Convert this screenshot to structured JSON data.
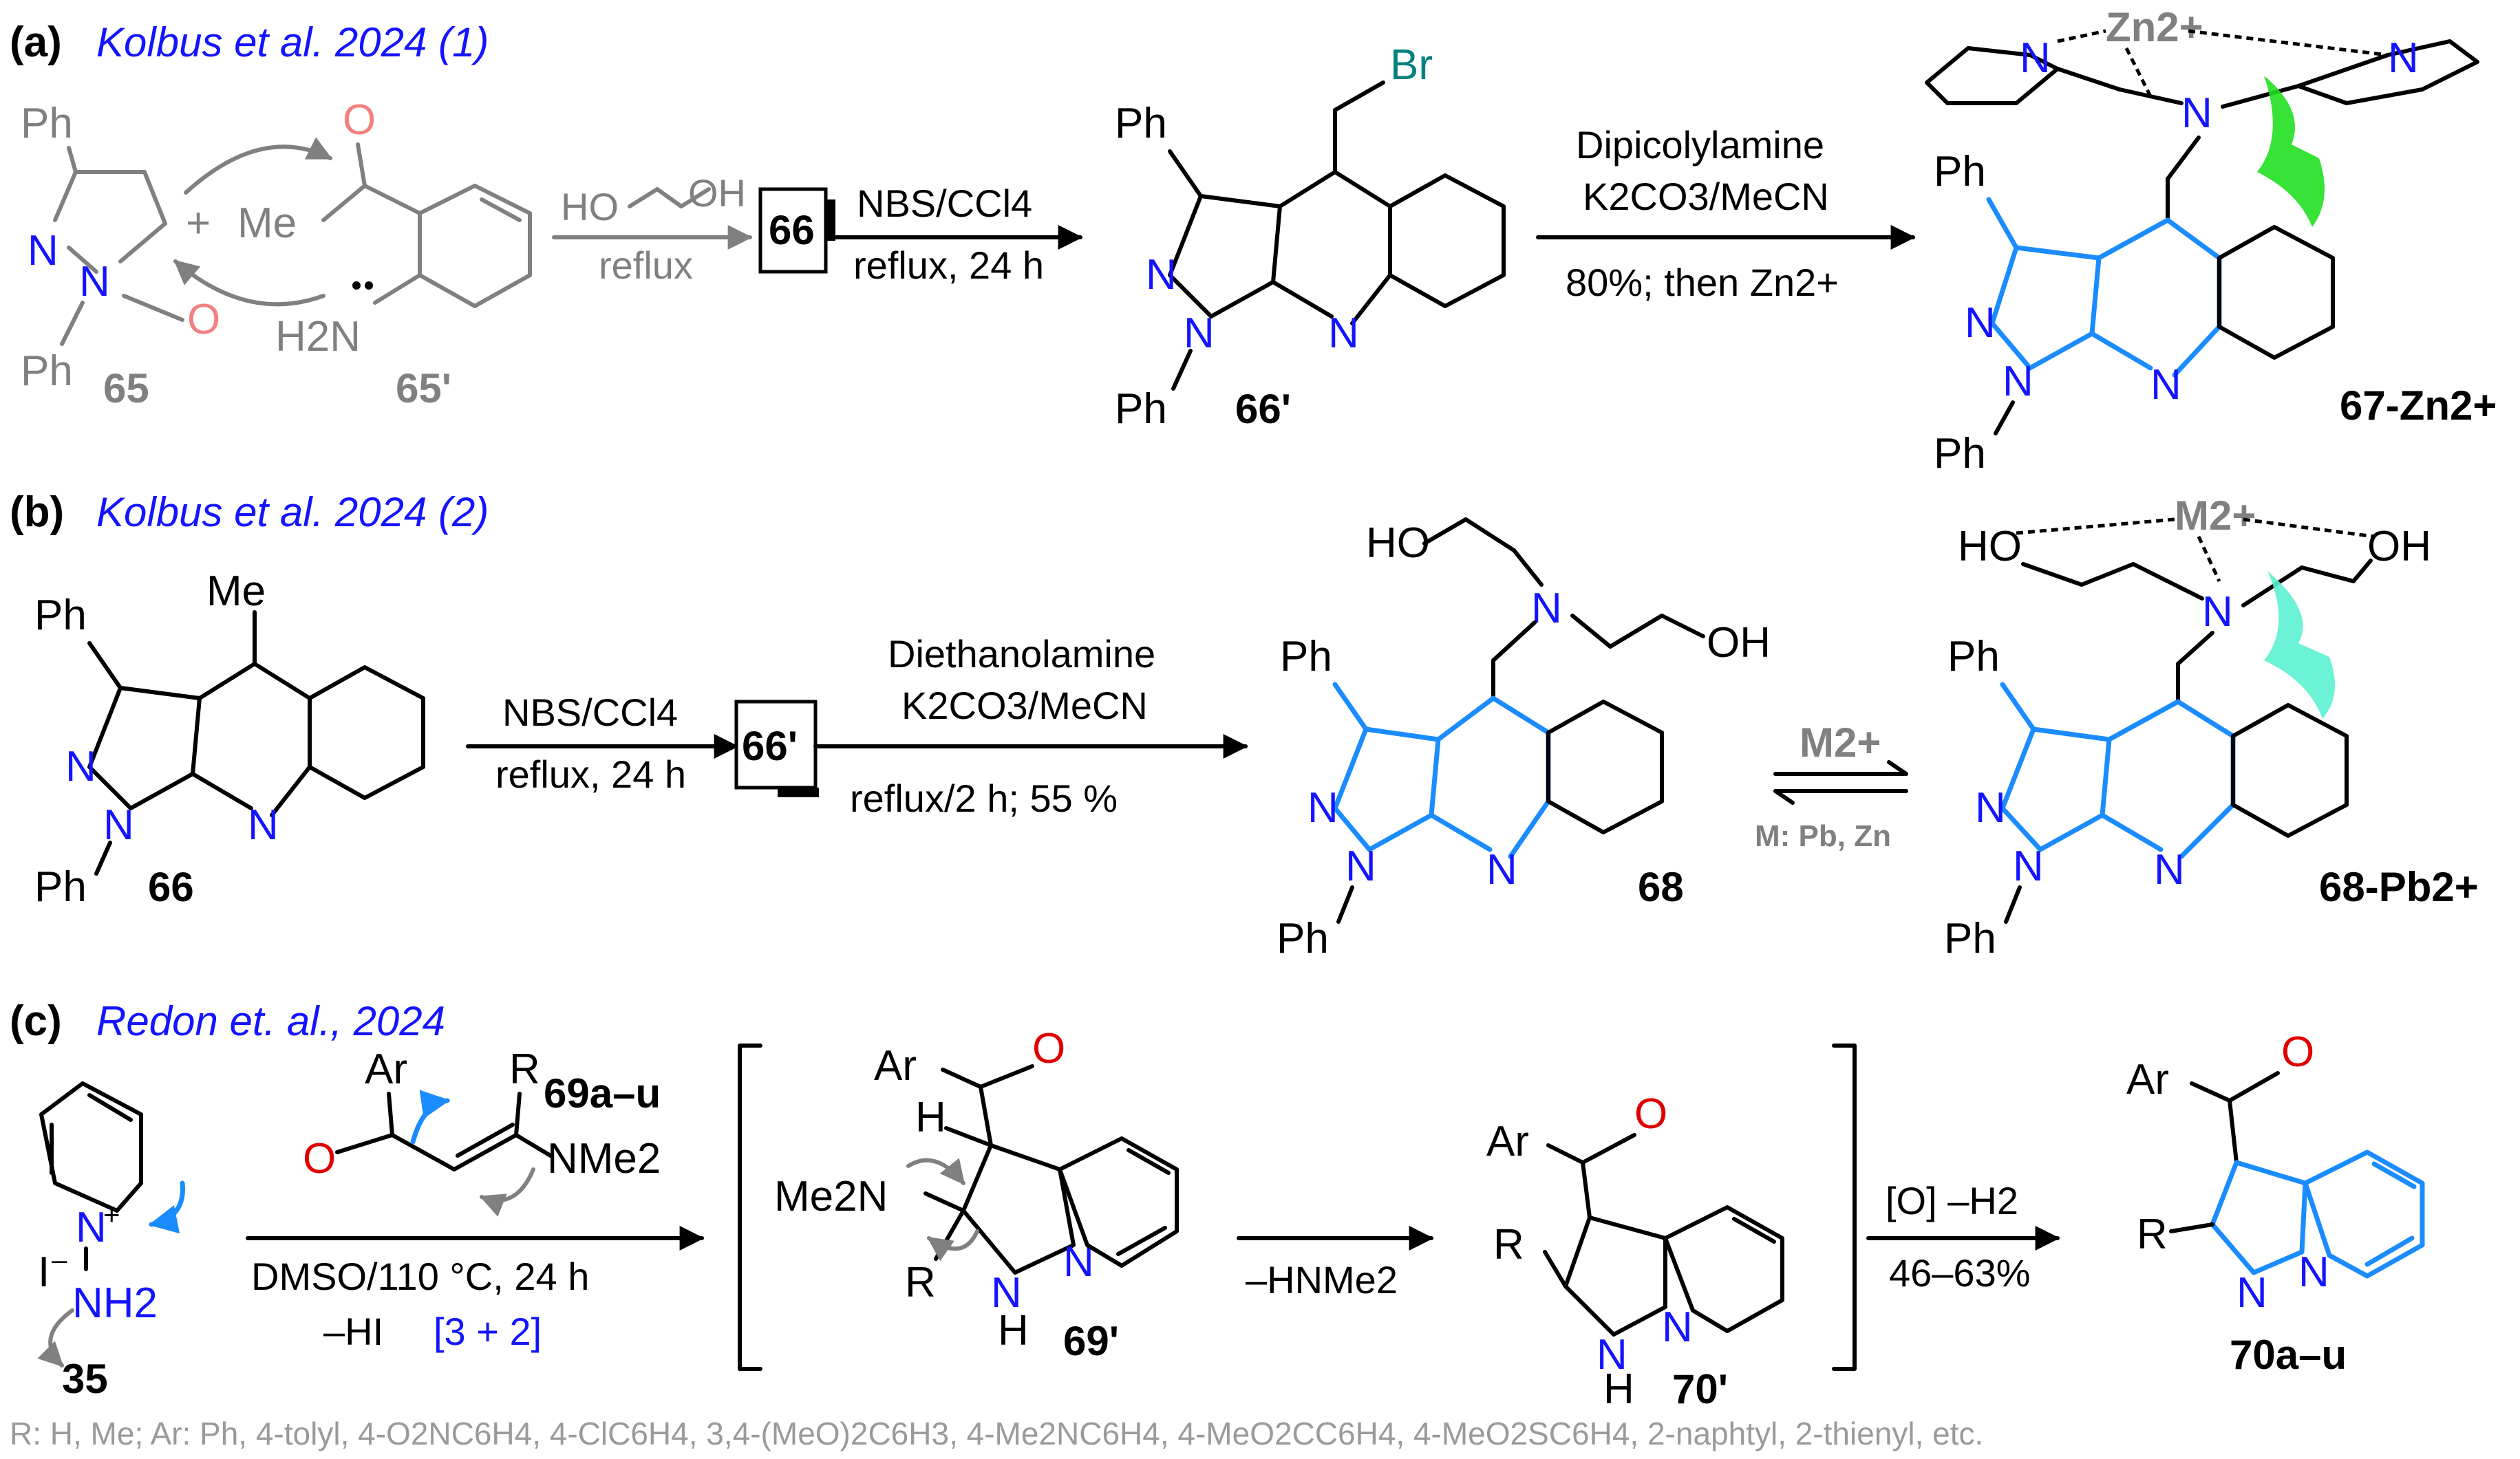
{
  "panels": {
    "a": {
      "tag": "(a)",
      "citation": "Kolbus et al. 2024 (1)",
      "reagent_hoch2ch2oh_left": "HO",
      "reagent_hoch2ch2oh_right": "OH",
      "reagent_reflux": "reflux",
      "intermediate_box": "66",
      "step1_top": "NBS/CCl4",
      "step1_bottom": "reflux, 24 h",
      "step2_top": "Dipicolylamine",
      "step2_mid": "K2CO3/MeCN",
      "step2_bottom": "80%; then Zn2+",
      "compound_65": "65",
      "compound_65p": "65'",
      "compound_66p": "66'",
      "compound_67": "67-Zn2+",
      "metal": "Zn2+",
      "plus": "+",
      "label_Me": "Me",
      "label_H2N": "H2N"
    },
    "b": {
      "tag": "(b)",
      "citation": "Kolbus et al. 2024 (2)",
      "step1_top": "NBS/CCl4",
      "step1_bottom": "reflux, 24 h",
      "intermediate_box": "66'",
      "step2_top": "Diethanolamine",
      "step2_mid": "K2CO3/MeCN",
      "step2_bottom": "reflux/2 h; 55 %",
      "equilibrium_top": "M2+",
      "equilibrium_bottom": "M: Pb, Zn",
      "compound_66": "66",
      "compound_68": "68",
      "compound_68pb": "68-Pb2+",
      "metal": "M2+",
      "label_Me": "Me"
    },
    "c": {
      "tag": "(c)",
      "citation": "Redon et. al., 2024",
      "reagent": "69a–u",
      "step1_bottom": "DMSO/110 °C, 24 h",
      "step1_loss": "–HI",
      "cycloaddition": "[3 + 2]",
      "step2": "–HNMe2",
      "step3_top": "[O]  –H2",
      "step3_bottom": "46–63%",
      "compound_35": "35",
      "compound_69p": "69'",
      "compound_70p": "70'",
      "compound_70": "70a–u",
      "label_Ar": "Ar",
      "label_R": "R",
      "label_NMe2": "NMe2",
      "label_Me2N": "Me2N",
      "label_I": "I",
      "label_NH2": "NH2",
      "footnote": "R: H, Me; Ar: Ph, 4-tolyl, 4-O2NC6H4, 4-ClC6H4, 3,4-(MeO)2C6H3, 4-Me2NC6H4, 4-MeO2CC6H4, 4-MeO2SC6H4, 2-naphtyl, 2-thienyl, etc."
    }
  },
  "common": {
    "Ph": "Ph",
    "N": "N",
    "O": "O",
    "H": "H",
    "Br": "Br",
    "HO": "HO",
    "OH": "OH"
  },
  "colors": {
    "nitrogen": "#1414ff",
    "oxygen": "#e00000",
    "highlight_bonds": "#1a8cff",
    "citation": "#1414ff",
    "grey": "#808080",
    "bromine": "#008080",
    "zn_glow": "#22e022",
    "pb_glow": "#5cf2d2"
  }
}
